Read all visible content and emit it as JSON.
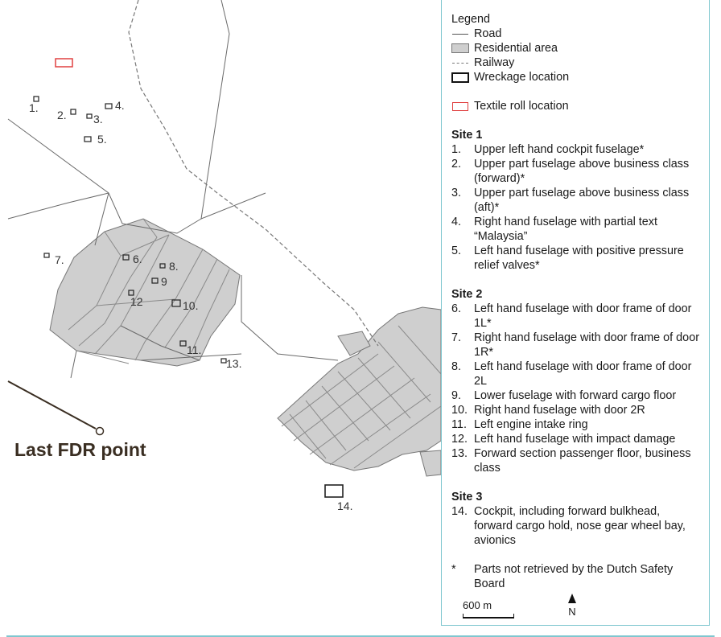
{
  "legend": {
    "title": "Legend",
    "items": [
      {
        "symbol": "road",
        "label": "Road"
      },
      {
        "symbol": "residential-area",
        "label": "Residential area"
      },
      {
        "symbol": "railway",
        "label": "Railway"
      },
      {
        "symbol": "wreckage-location",
        "label": "Wreckage location"
      },
      {
        "symbol": "textile-roll-location",
        "label": "Textile roll location"
      }
    ]
  },
  "sites": [
    {
      "title": "Site 1",
      "items": [
        {
          "num": "1.",
          "text": "Upper left hand cockpit fuselage*"
        },
        {
          "num": "2.",
          "text": "Upper part fuselage above business class (forward)*"
        },
        {
          "num": "3.",
          "text": "Upper part fuselage above business class (aft)*"
        },
        {
          "num": "4.",
          "text": "Right hand fuselage with partial text “Malaysia”"
        },
        {
          "num": "5.",
          "text": "Left hand fuselage with positive pressure relief valves*"
        }
      ]
    },
    {
      "title": "Site 2",
      "items": [
        {
          "num": "6.",
          "text": "Left hand fuselage with door frame of door 1L*"
        },
        {
          "num": "7.",
          "text": "Right hand fuselage with door frame of door 1R*"
        },
        {
          "num": "8.",
          "text": "Left hand fuselage with door frame of door 2L"
        },
        {
          "num": "9.",
          "text": "Lower fuselage with forward cargo floor"
        },
        {
          "num": "10.",
          "text": "Right hand fuselage with door 2R"
        },
        {
          "num": "11.",
          "text": "Left engine intake ring"
        },
        {
          "num": "12.",
          "text": "Left hand fuselage with impact damage"
        },
        {
          "num": "13.",
          "text": "Forward section passenger floor, business class"
        }
      ]
    },
    {
      "title": "Site 3",
      "items": [
        {
          "num": "14.",
          "text": "Cockpit, including forward bulkhead, forward cargo hold, nose gear wheel bay, avionics"
        }
      ]
    }
  ],
  "note": {
    "mark": "*",
    "text": "Parts not retrieved by the Dutch Safety Board"
  },
  "scale": {
    "label": "600 m"
  },
  "north": {
    "label": "N"
  },
  "map": {
    "fdr_label": "Last FDR point",
    "wreck_labels": [
      "1.",
      "2.",
      "3.",
      "4.",
      "5.",
      "6.",
      "7.",
      "8.",
      "9",
      "10.",
      "11.",
      "12",
      "13.",
      "14."
    ]
  },
  "colors": {
    "residential": "#cfcfcf",
    "road": "#6a6a6a",
    "railway": "#777777",
    "textile": "#e04040",
    "frame": "#7fc7cf"
  }
}
